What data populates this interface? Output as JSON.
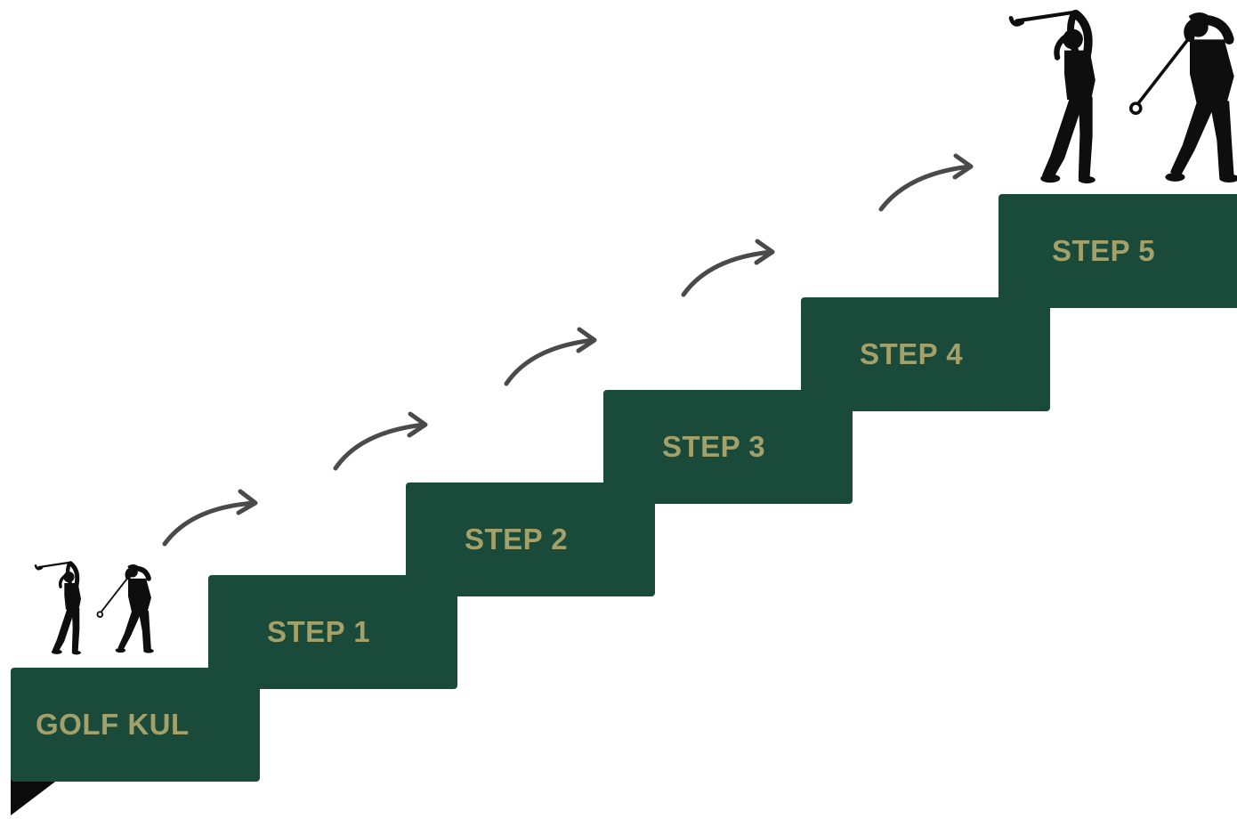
{
  "colors": {
    "step_fill": "#1a4a39",
    "fold_shadow": "#0b0b0b",
    "label_text": "#a3a06a",
    "arrow": "#4a4a4a",
    "silhouette": "#0e0e0e",
    "background": "#ffffff"
  },
  "steps": [
    {
      "id": "start",
      "label": "GOLF KUL"
    },
    {
      "id": "step-1",
      "label": "STEP 1"
    },
    {
      "id": "step-2",
      "label": "STEP 2"
    },
    {
      "id": "step-3",
      "label": "STEP 3"
    },
    {
      "id": "step-4",
      "label": "STEP 4"
    },
    {
      "id": "step-5",
      "label": "STEP 5"
    }
  ],
  "arrows": 5,
  "icons": [
    "golfer-female-silhouette-icon",
    "golfer-male-silhouette-icon",
    "curved-arrow-icon"
  ]
}
